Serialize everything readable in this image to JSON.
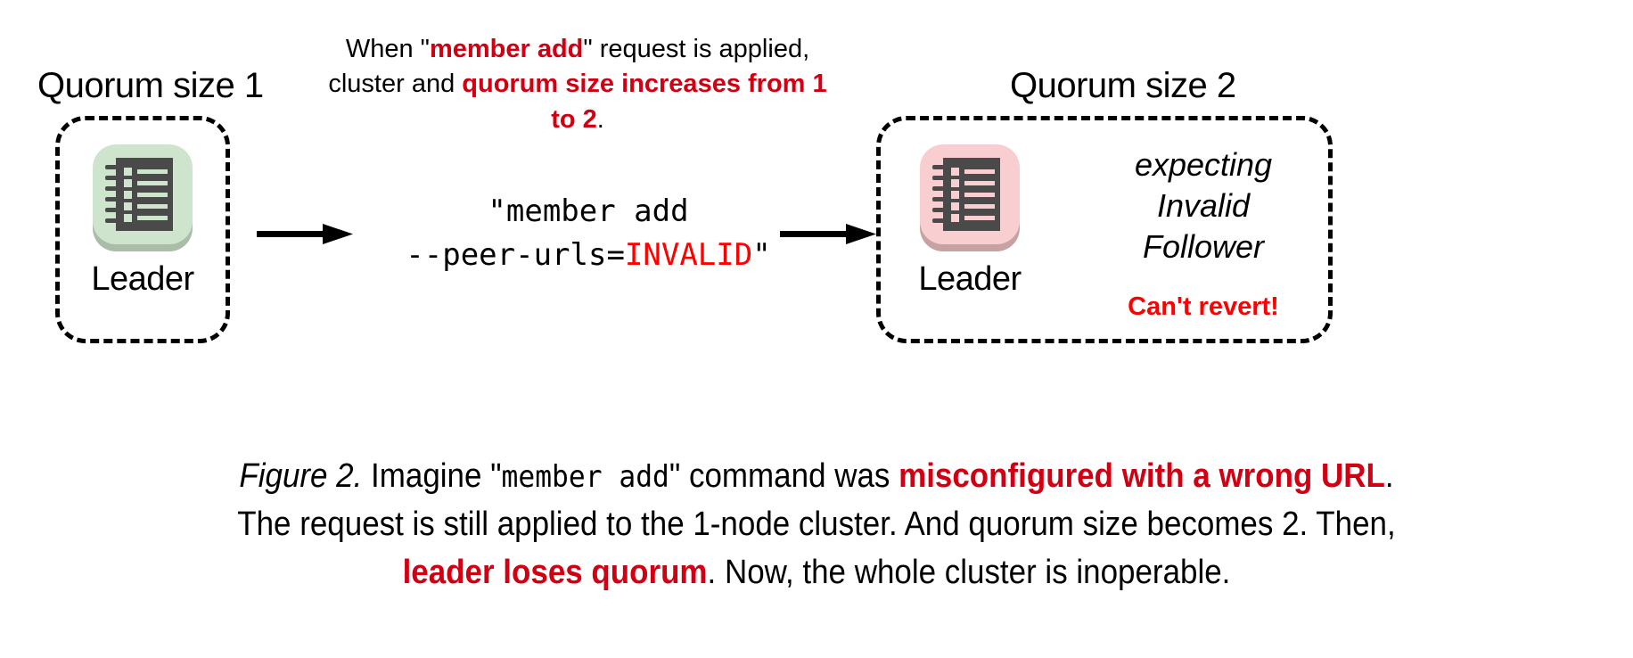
{
  "figure": {
    "left_cluster": {
      "quorum_label": "Quorum size 1",
      "node_label": "Leader",
      "icon_name": "etcd-node-icon",
      "tile_color": "#cfe4cd",
      "tile_shadow_color": "#aabda8",
      "glyph_color": "#4a4a4a"
    },
    "right_cluster": {
      "quorum_label": "Quorum size 2",
      "node_label": "Leader",
      "icon_name": "etcd-node-icon",
      "tile_color": "#f8ced0",
      "tile_shadow_color": "#c8a2a3",
      "glyph_color": "#4a4a4a",
      "status_line_1": "expecting",
      "status_line_2": "Invalid",
      "status_line_3": "Follower",
      "warning": "Can't revert!"
    },
    "explanation": {
      "part_1": "When \"",
      "highlight_1": "member add",
      "part_2": "\" request is applied, cluster and ",
      "highlight_2": "quorum size increases from 1 to 2",
      "part_3": "."
    },
    "command": {
      "line_1_plain": "\"member add",
      "line_2_prefix": "--peer-urls=",
      "line_2_invalid": "INVALID",
      "line_2_suffix": "\""
    },
    "arrows": {
      "left_arrow_name": "arrow-right-1",
      "right_arrow_name": "arrow-right-2"
    },
    "caption": {
      "label": "Figure 2.",
      "seg_1": " Imagine \"",
      "seg_mono_1": "member add",
      "seg_2": "\" command was ",
      "seg_red_1": "misconfigured with a wrong URL",
      "seg_3": ".",
      "line_2": "The request is still applied to the 1-node cluster. And quorum size becomes 2. Then,",
      "seg_red_2": "leader loses quorum",
      "seg_4": ". Now, the whole cluster is inoperable."
    },
    "colors": {
      "dark_red": "#d00012",
      "bright_red": "#ff0000",
      "black": "#000000",
      "background": "#ffffff"
    }
  }
}
